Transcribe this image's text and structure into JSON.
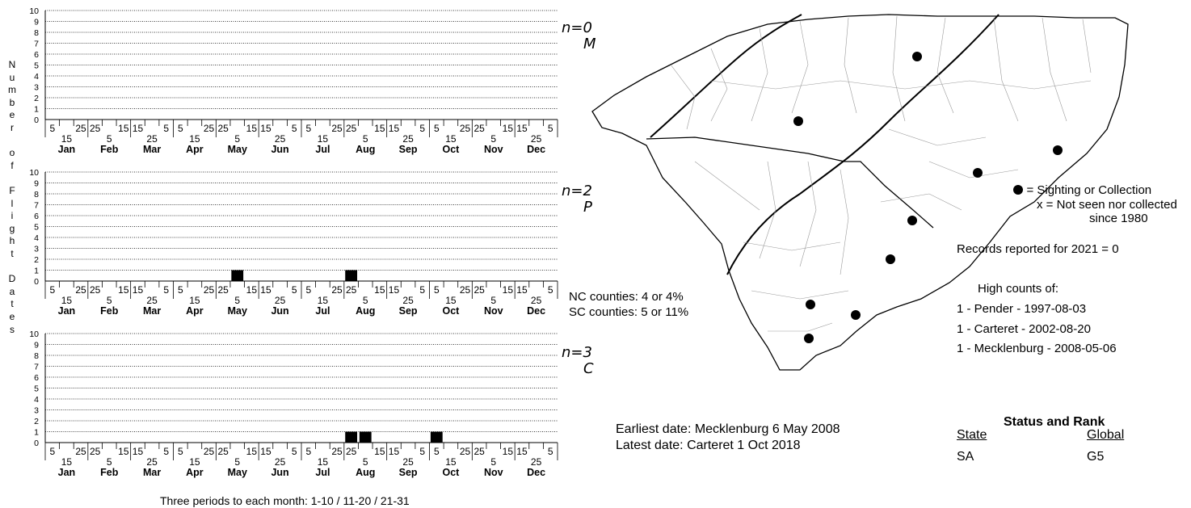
{
  "y_axis_label": [
    "N",
    "u",
    "m",
    "b",
    "e",
    "r",
    "",
    "o",
    "f",
    "",
    "F",
    "l",
    "i",
    "g",
    "h",
    "t",
    "",
    "D",
    "a",
    "t",
    "e",
    "s"
  ],
  "x_axis_note": "Three periods to each month: 1-10 / 11-20 / 21-31",
  "period_labels_top": [
    "5",
    "25",
    "15",
    "5",
    "25",
    "15",
    "5",
    "25",
    "15",
    "5",
    "25",
    "15"
  ],
  "period_labels_bottom": [
    "15",
    "5",
    "25",
    "15",
    "5",
    "25",
    "15",
    "5",
    "25",
    "15",
    "5",
    "25"
  ],
  "months": [
    "Jan",
    "Feb",
    "Mar",
    "Apr",
    "May",
    "Jun",
    "Jul",
    "Aug",
    "Sep",
    "Oct",
    "Nov",
    "Dec"
  ],
  "y_ticks": [
    "0",
    "1",
    "2",
    "3",
    "4",
    "5",
    "6",
    "7",
    "8",
    "9",
    "10"
  ],
  "chart_data": [
    {
      "type": "bar",
      "region_label": "M",
      "n_label": "n=0",
      "ylim": [
        0,
        10
      ],
      "periods": 36,
      "values": []
    },
    {
      "type": "bar",
      "region_label": "P",
      "n_label": "n=2",
      "ylim": [
        0,
        10
      ],
      "periods": 36,
      "values": [
        {
          "period": 13,
          "value": 1
        },
        {
          "period": 21,
          "value": 1
        }
      ]
    },
    {
      "type": "bar",
      "region_label": "C",
      "n_label": "n=3",
      "ylim": [
        0,
        10
      ],
      "periods": 36,
      "values": [
        {
          "period": 21,
          "value": 1
        },
        {
          "period": 22,
          "value": 1
        },
        {
          "period": 27,
          "value": 1
        }
      ]
    }
  ],
  "counties": {
    "nc": "NC counties: 4 or 4%",
    "sc": "SC counties: 5 or 11%"
  },
  "legend": {
    "sighting": "= Sighting or Collection",
    "not_seen_1": "x = Not seen nor collected",
    "not_seen_2": "since 1980"
  },
  "records": "Records reported for 2021 = 0",
  "high_counts": {
    "title": "High counts of:",
    "items": [
      "1 - Pender - 1997-08-03",
      "1 - Carteret - 2002-08-20",
      "1 - Mecklenburg - 2008-05-06"
    ]
  },
  "dates": {
    "earliest": "Earliest date: Mecklenburg  6 May 2008",
    "latest": "Latest date: Carteret  1 Oct 2018"
  },
  "status": {
    "title": "Status and Rank",
    "state_label": "State",
    "global_label": "Global",
    "state_value": "SA",
    "global_value": "G5"
  },
  "map": {
    "title": ""
  }
}
